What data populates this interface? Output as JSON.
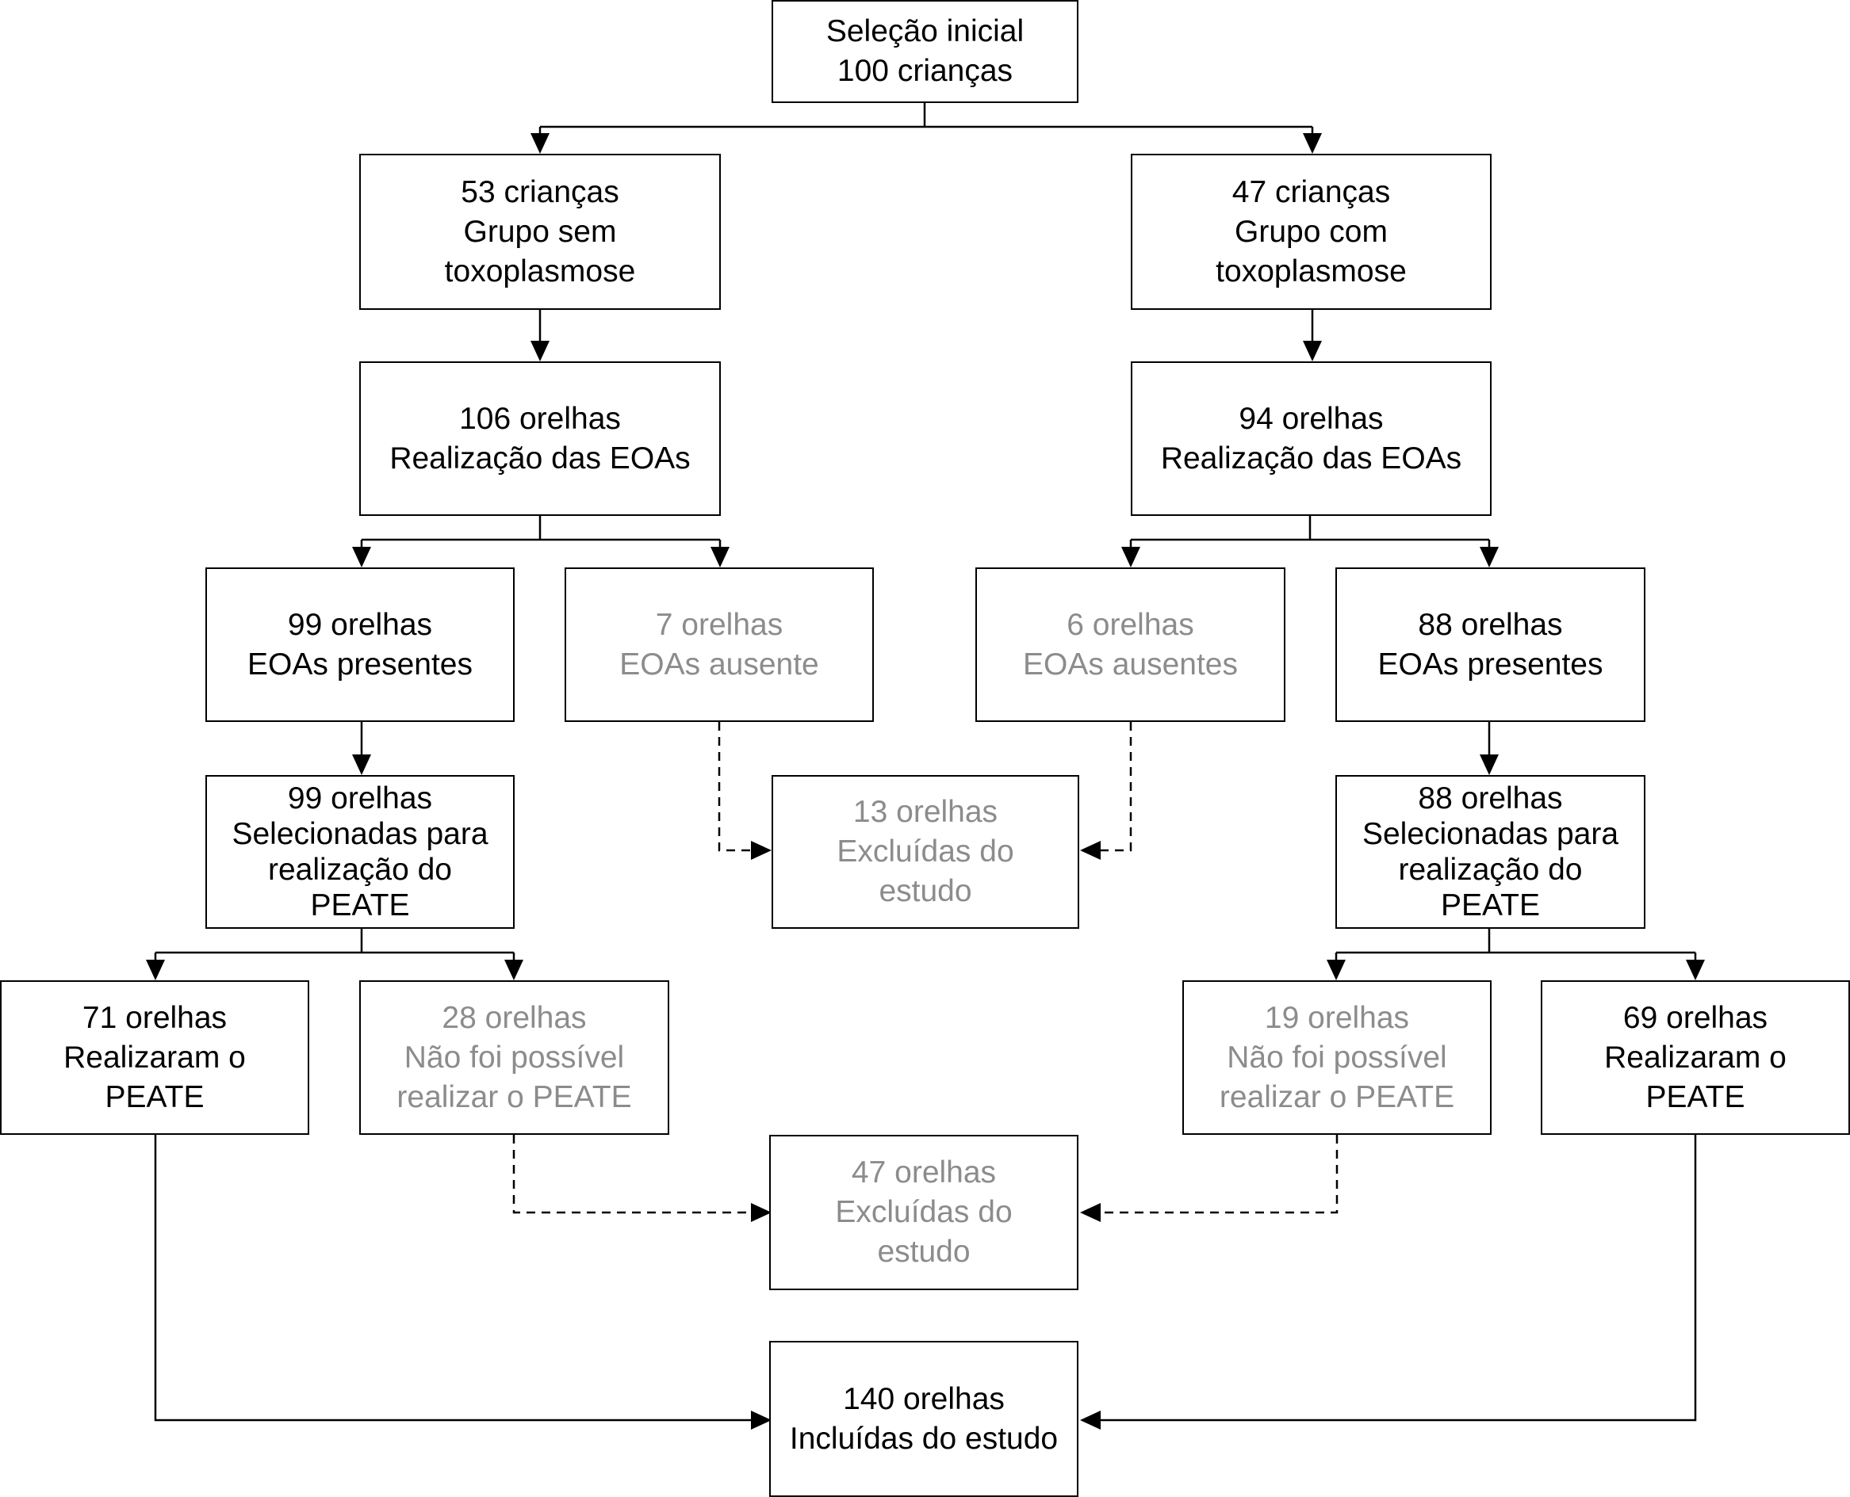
{
  "nodes": {
    "initial": {
      "lines": [
        "Seleção inicial",
        "100 crianças"
      ]
    },
    "no_toxo": {
      "lines": [
        "53 crianças",
        "Grupo sem",
        "toxoplasmose"
      ]
    },
    "toxo": {
      "lines": [
        "47 crianças",
        "Grupo com",
        "toxoplasmose"
      ]
    },
    "eoa_left": {
      "lines": [
        "106 orelhas",
        "Realização das EOAs"
      ]
    },
    "eoa_right": {
      "lines": [
        "94 orelhas",
        "Realização das EOAs"
      ]
    },
    "present_l": {
      "lines": [
        "99 orelhas",
        "EOAs presentes"
      ]
    },
    "absent_l": {
      "lines": [
        "7 orelhas",
        "EOAs ausente"
      ]
    },
    "absent_r": {
      "lines": [
        "6 orelhas",
        "EOAs ausentes"
      ]
    },
    "present_r": {
      "lines": [
        "88 orelhas",
        "EOAs presentes"
      ]
    },
    "selected_l": {
      "lines": [
        "99 orelhas",
        "Selecionadas para",
        "realização do",
        "PEATE"
      ]
    },
    "excluded_1": {
      "lines": [
        "13 orelhas",
        "Excluídas do",
        "estudo"
      ]
    },
    "selected_r": {
      "lines": [
        "88 orelhas",
        "Selecionadas para",
        "realização do",
        "PEATE"
      ]
    },
    "done_l": {
      "lines": [
        "71 orelhas",
        "Realizaram o",
        "PEATE"
      ]
    },
    "notdone_l": {
      "lines": [
        "28 orelhas",
        "Não foi possível",
        "realizar o PEATE"
      ]
    },
    "notdone_r": {
      "lines": [
        "19 orelhas",
        "Não foi possível",
        "realizar o PEATE"
      ]
    },
    "done_r": {
      "lines": [
        "69 orelhas",
        "Realizaram o",
        "PEATE"
      ]
    },
    "excluded_2": {
      "lines": [
        "47 orelhas",
        "Excluídas do",
        "estudo"
      ]
    },
    "included": {
      "lines": [
        "140 orelhas",
        "Incluídas do estudo"
      ]
    }
  },
  "colors": {
    "text": "#000000",
    "excluded_text": "#8c8c8c",
    "line": "#000000",
    "background": "#ffffff"
  }
}
